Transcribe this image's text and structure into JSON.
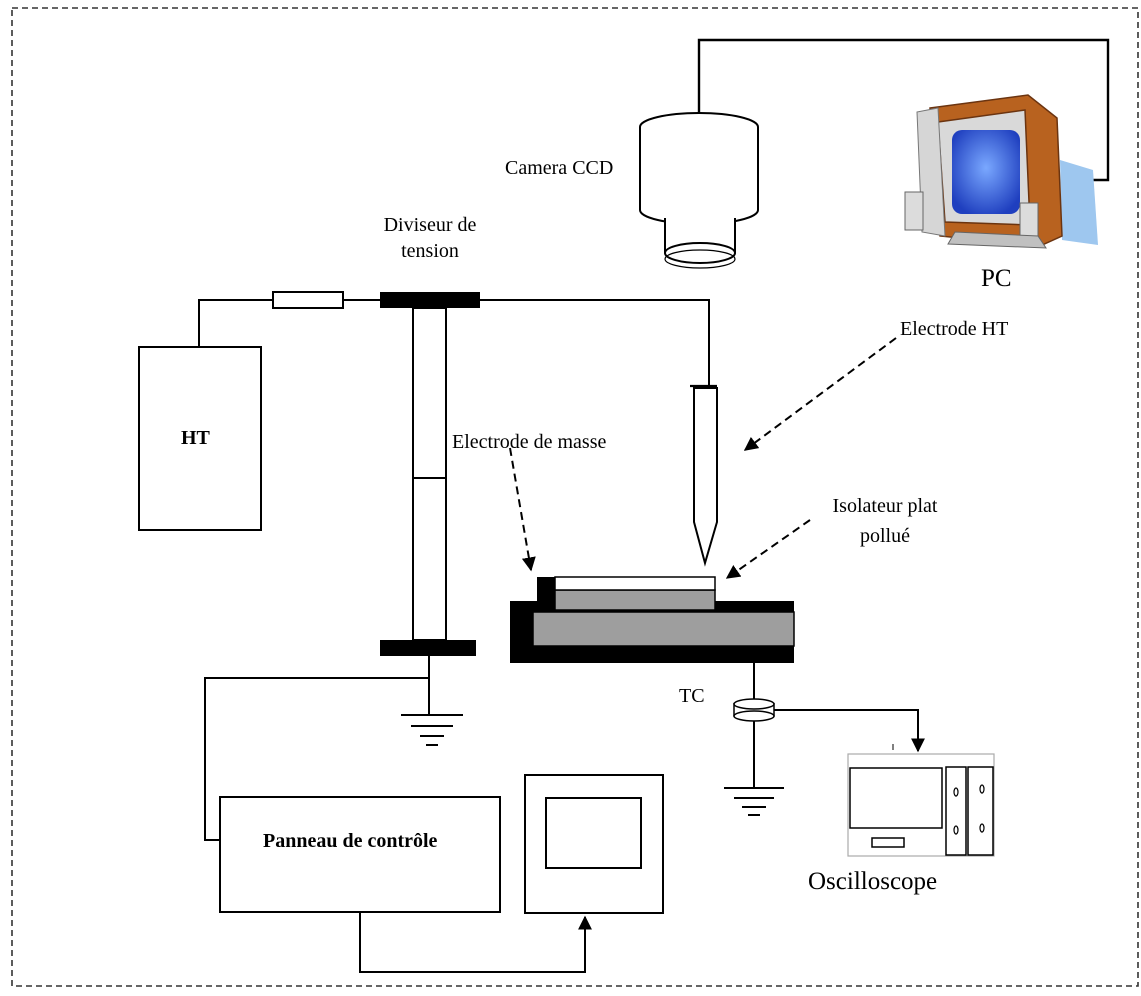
{
  "labels": {
    "camera": "Camera CCD",
    "pc": "PC",
    "divider_line1": "Diviseur de",
    "divider_line2": "tension",
    "electrode_ht": "Electrode HT",
    "ht": "HT",
    "electrode_masse": "Electrode de masse",
    "isolateur_line1": "Isolateur plat",
    "isolateur_line2": "pollué",
    "tc": "TC",
    "panneau": "Panneau de contrôle",
    "oscilloscope": "Oscilloscope"
  },
  "colors": {
    "frame": "#333333",
    "line": "#000000",
    "insulator": "#9e9e9e",
    "insulator_top": "#cfcfcf",
    "monitor_screen": "#3b6fe0",
    "monitor_body": "#b8621f",
    "monitor_shadow": "#9ec7ef"
  }
}
